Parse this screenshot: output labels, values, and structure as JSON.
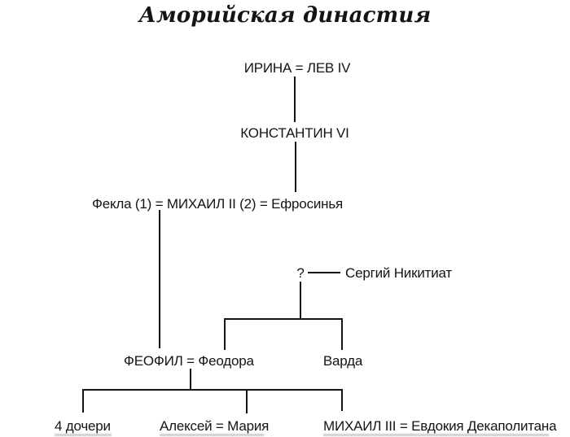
{
  "title": "Аморийская династия",
  "colors": {
    "ink": "#141414",
    "background": "#ffffff"
  },
  "tree": {
    "generation1": {
      "couple": "ИРИНА = ЛЕВ IV"
    },
    "generation2": {
      "son": "КОНСТАНТИН VI"
    },
    "generation3": {
      "marriages_row": "Фекла (1) = МИХАИЛ II (2) = Ефросинья"
    },
    "side_branch": {
      "unknown_wife": "?",
      "husband": "Сергий Никитиат"
    },
    "generation4": {
      "emperor_couple": "ФЕОФИЛ = Феодора",
      "brother": "Варда"
    },
    "generation5": {
      "daughters": "4 дочери",
      "couple_left": "Алексей = Мария",
      "couple_right": "МИХАИЛ III = Евдокия Декаполитана"
    }
  }
}
